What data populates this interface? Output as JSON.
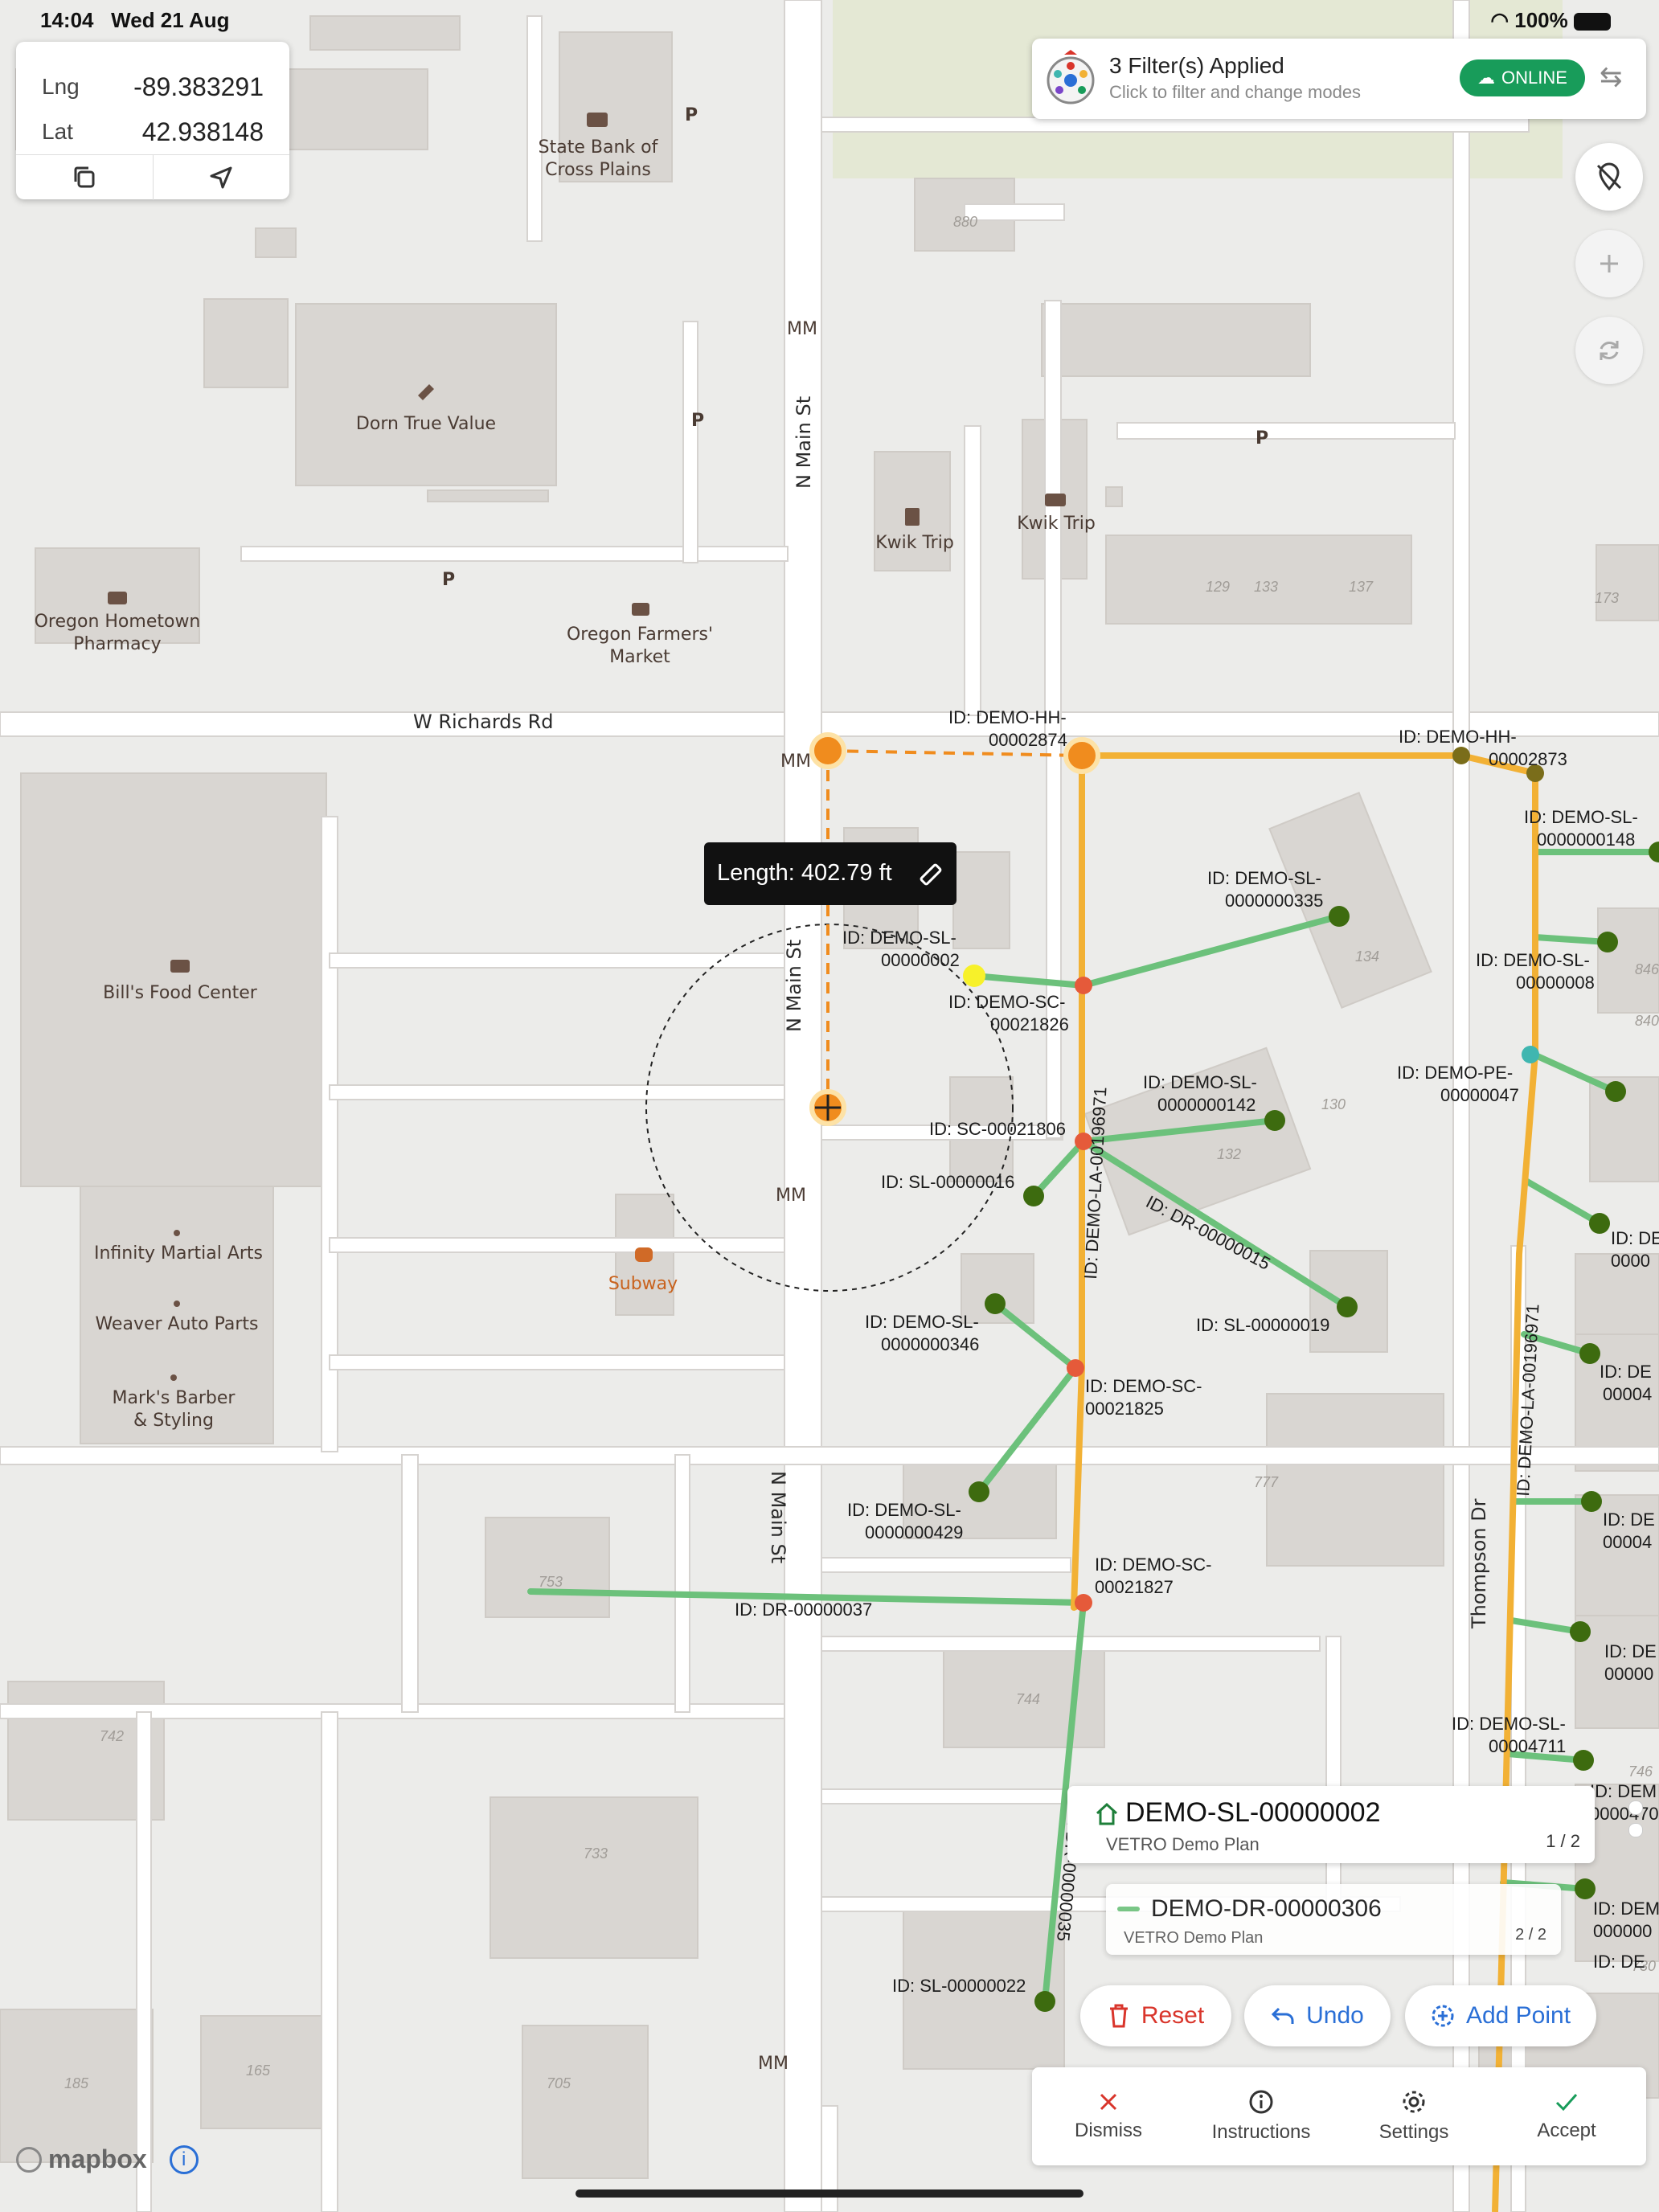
{
  "status_bar": {
    "time": "14:04",
    "date": "Wed 21 Aug",
    "battery": "100%"
  },
  "coords": {
    "lng_label": "Lng",
    "lng_value": "-89.383291",
    "lat_label": "Lat",
    "lat_value": "42.938148"
  },
  "filter": {
    "title": "3 Filter(s) Applied",
    "subtitle": "Click to filter and change modes",
    "status": "ONLINE"
  },
  "map_labels": {
    "bank": [
      "State Bank of",
      "Cross Plains"
    ],
    "dorn": "Dorn True Value",
    "kwik1": "Kwik Trip",
    "kwik2": "Kwik Trip",
    "pharmacy": [
      "Oregon Hometown",
      "Pharmacy"
    ],
    "farmers": [
      "Oregon Farmers'",
      "Market"
    ],
    "bills": "Bill's Food Center",
    "subway": "Subway",
    "martial": "Infinity Martial Arts",
    "weaver": "Weaver Auto Parts",
    "barber": [
      "Mark's Barber",
      "& Styling"
    ],
    "richards": "W Richards Rd",
    "main_st": "N Main St",
    "thompson": "Thompson Dr",
    "parking": "P",
    "mm": "MM",
    "addresses": [
      "880",
      "129",
      "133",
      "137",
      "173",
      "134",
      "846",
      "840",
      "130",
      "132",
      "777",
      "753",
      "744",
      "742",
      "733",
      "746",
      "730",
      "705",
      "185",
      "165"
    ]
  },
  "features": [
    [
      "ID: DEMO-HH-",
      "00002874"
    ],
    [
      "ID: DEMO-HH-",
      "00002873"
    ],
    [
      "ID: DEMO-SL-",
      "0000000148"
    ],
    [
      "ID: DEMO-SL-",
      "0000000335"
    ],
    [
      "ID: DEMO-SL-",
      "00000002"
    ],
    [
      "ID: DEMO-SC-",
      "00021826"
    ],
    [
      "ID: DEMO-SL-",
      "00000008"
    ],
    [
      "ID: DEMO-PE-",
      "00000047"
    ],
    [
      "ID: DEMO-SL-",
      "0000000142"
    ],
    [
      "ID: SC-00021806"
    ],
    [
      "ID: SL-00000016"
    ],
    [
      "ID: DR-00000015"
    ],
    [
      "ID: SL-00000019"
    ],
    [
      "ID: DEMO-SL-",
      "0000000346"
    ],
    [
      "ID: DEMO-SC-",
      "00021825"
    ],
    [
      "ID: DEMO-SL-",
      "0000000429"
    ],
    [
      "ID: DEMO-SC-",
      "00021827"
    ],
    [
      "ID: DR-00000037"
    ],
    [
      "ID: DEMO-SL-",
      "00004711"
    ],
    [
      "ID: SL-00000022"
    ],
    [
      "ID: DEMO-LA-00196971"
    ],
    [
      "ID: DEMO-LA-00196971"
    ],
    [
      "ID: DR-00000035"
    ],
    [
      "ID: DE",
      "0000"
    ],
    [
      "ID: DE",
      "00004"
    ],
    [
      "ID: DE",
      "00004"
    ],
    [
      "ID: DE",
      "00000"
    ],
    [
      "ID: DEM",
      "0000470"
    ],
    [
      "ID: DEM",
      "000000"
    ],
    [
      "ID: DE"
    ]
  ],
  "measure": {
    "length": "Length: 402.79 ft"
  },
  "cards": [
    {
      "title": "DEMO-SL-00000002",
      "subtitle": "VETRO Demo Plan",
      "page": "1 / 2"
    },
    {
      "title": "DEMO-DR-00000306",
      "subtitle": "VETRO Demo Plan",
      "page": "2 / 2"
    }
  ],
  "actions": {
    "reset": "Reset",
    "undo": "Undo",
    "add_point": "Add Point"
  },
  "bottom_bar": {
    "dismiss": "Dismiss",
    "instructions": "Instructions",
    "settings": "Settings",
    "accept": "Accept"
  },
  "attribution": "mapbox",
  "colors": {
    "fiber": "#f2b135",
    "drop": "#6cc17b",
    "node": "#3d6b0f",
    "measure": "#f08c1e",
    "online": "#189c5a",
    "reset": "#d9352b",
    "link": "#2a6fd6"
  }
}
